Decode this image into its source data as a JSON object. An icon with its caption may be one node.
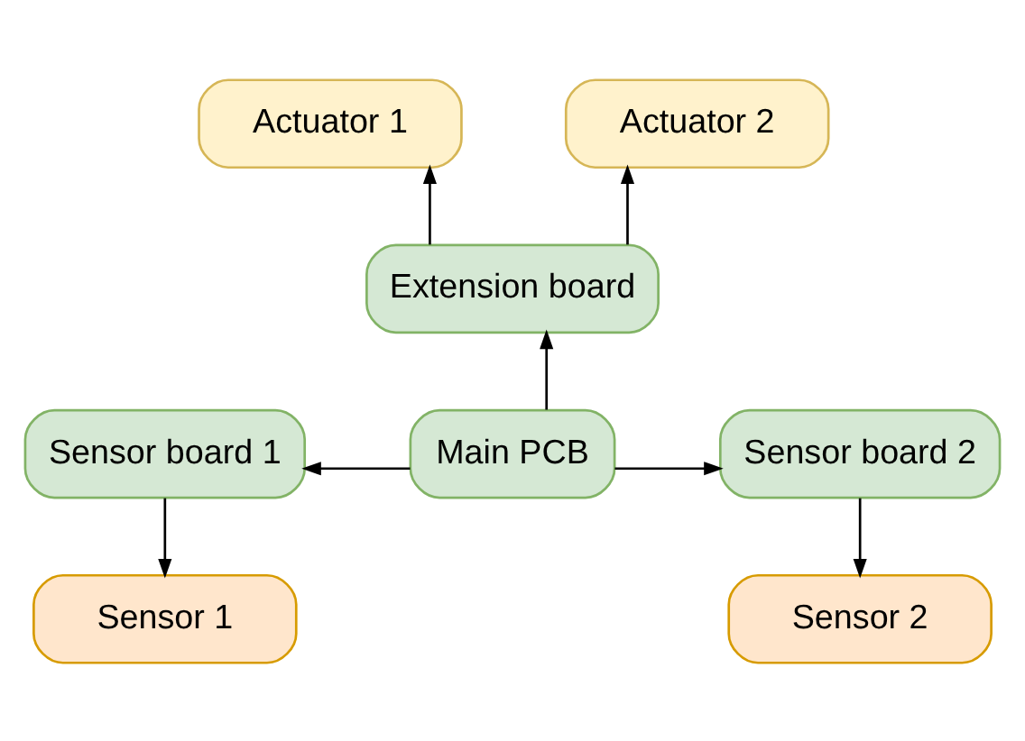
{
  "diagram": {
    "nodes": [
      {
        "text": [
          "Actuator 1"
        ]
      },
      {
        "text": [
          "Actuator 2"
        ]
      },
      {
        "text": [
          "Extension board"
        ]
      },
      {
        "text": [
          "Sensor board 1"
        ]
      },
      {
        "text": [
          "Main PCB"
        ]
      },
      {
        "text": [
          "Sensor board 2"
        ]
      },
      {
        "text": [
          "Sensor 1"
        ]
      },
      {
        "text": [
          "Sensor 2"
        ]
      }
    ],
    "edges": [
      {
        "from": 2,
        "to": 0,
        "arrow": "to"
      },
      {
        "from": 2,
        "to": 1,
        "arrow": "to"
      },
      {
        "from": 4,
        "to": 2,
        "arrow": "to"
      },
      {
        "from": 4,
        "to": 3,
        "arrow": "to"
      },
      {
        "from": 4,
        "to": 5,
        "arrow": "to"
      },
      {
        "from": 3,
        "to": 6,
        "arrow": "to"
      },
      {
        "from": 5,
        "to": 7,
        "arrow": "to"
      }
    ]
  }
}
